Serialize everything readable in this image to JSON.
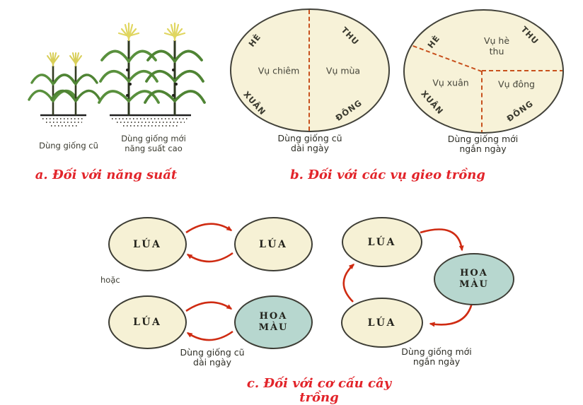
{
  "colors": {
    "ellipse_cream": "#f7f2d8",
    "node_cream": "#f6f1d5",
    "node_teal": "#b7d7cf",
    "caption_red": "#e2242a",
    "arrow_red": "#cf2b12",
    "dashed_orange": "#c8511d",
    "leaf_green": "#59903d",
    "tassel_yellow": "#d8ce58"
  },
  "panel_a": {
    "caption": "a. Đối với năng suất",
    "label_old": "Dùng giống cũ",
    "label_new_line1": "Dùng giống mới",
    "label_new_line2": "năng suất cao"
  },
  "panel_b": {
    "caption": "b. Đối với các vụ gieo trồng",
    "seasons": {
      "summer": "HÈ",
      "autumn": "THU",
      "spring": "XUÂN",
      "winter": "ĐÔNG"
    },
    "old_variety": {
      "left_label": "Vụ chiêm",
      "right_label": "Vụ mùa",
      "caption_line1": "Dùng giống cũ",
      "caption_line2": "dài ngày"
    },
    "new_variety": {
      "top_label_line1": "Vụ hè",
      "top_label_line2": "thu",
      "left_label": "Vụ xuân",
      "right_label": "Vụ đông",
      "caption_line1": "Dùng giống mới",
      "caption_line2": "ngắn ngày"
    }
  },
  "panel_c": {
    "caption": "c. Đối với cơ cấu cây trồng",
    "or_label": "hoặc",
    "rice_label": "LÚA",
    "crop_label_line1": "HOA",
    "crop_label_line2": "MÀU",
    "old_caption_line1": "Dùng giống cũ",
    "old_caption_line2": "dài ngày",
    "new_caption_line1": "Dùng giống mới",
    "new_caption_line2": "ngắn ngày"
  }
}
